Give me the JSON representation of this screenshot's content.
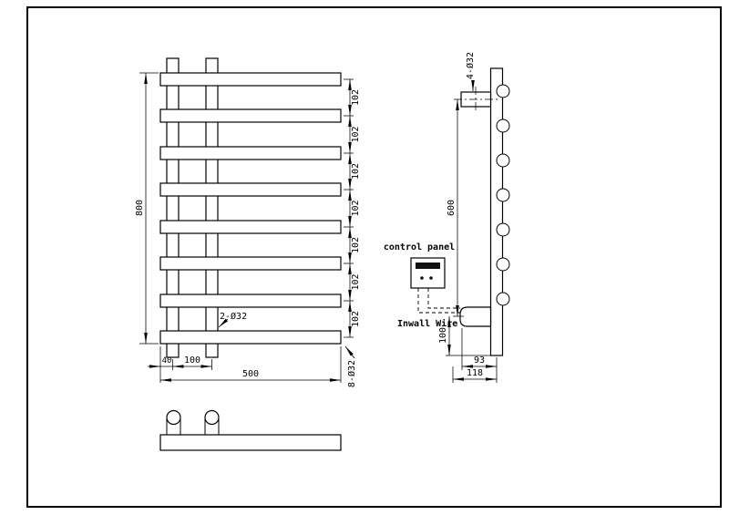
{
  "sheet": {
    "background": "#ffffff",
    "line_color": "#000000"
  },
  "front_view": {
    "overall_height": "800",
    "bar_spacings": [
      "102",
      "102",
      "102",
      "102",
      "102",
      "102",
      "102"
    ],
    "dim_post_offset": "40",
    "dim_post_gap": "100",
    "dim_width": "500",
    "posts_callout": "2-Ø32",
    "bars_callout": "8-Ø32"
  },
  "side_view": {
    "brackets_callout": "4-Ø32",
    "dim_bracket_span": "600",
    "dim_bottom": "100",
    "dim_depth_inner": "93",
    "dim_depth_outer": "118",
    "control_panel_label": "control panel",
    "inwall_wire_label": "Inwall Wire"
  }
}
